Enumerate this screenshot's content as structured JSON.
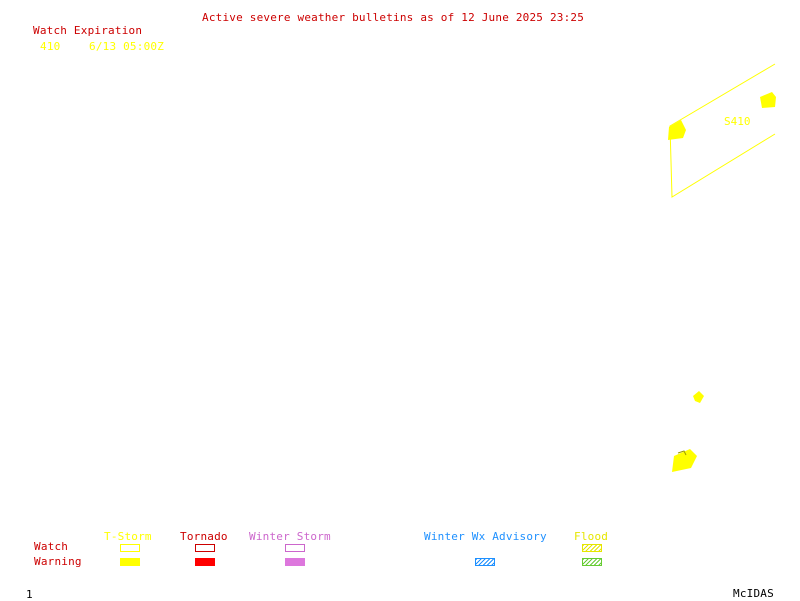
{
  "header": {
    "title": "Active severe weather bulletins as of 12 June 2025 23:25"
  },
  "watch_expiration": {
    "heading": "Watch Expiration",
    "rows": [
      {
        "watch_number": "410",
        "expires": "6/13 05:00Z"
      }
    ]
  },
  "map": {
    "watch_label": "S410",
    "watch_color": "#ffff00",
    "warning_color": "#ffff00"
  },
  "legend": {
    "row_labels": {
      "watch": "Watch",
      "warning": "Warning"
    },
    "columns": [
      {
        "label": "T-Storm",
        "color": "#ffff00"
      },
      {
        "label": "Tornado",
        "color": "#cc0000"
      },
      {
        "label": "Winter Storm",
        "color": "#cc66cc"
      },
      {
        "label": "Winter Wx Advisory",
        "color": "#1e90ff"
      },
      {
        "label": "Flood",
        "color": "#e6e600"
      }
    ]
  },
  "footer": {
    "frame_number": "1",
    "software": "McIDAS"
  }
}
